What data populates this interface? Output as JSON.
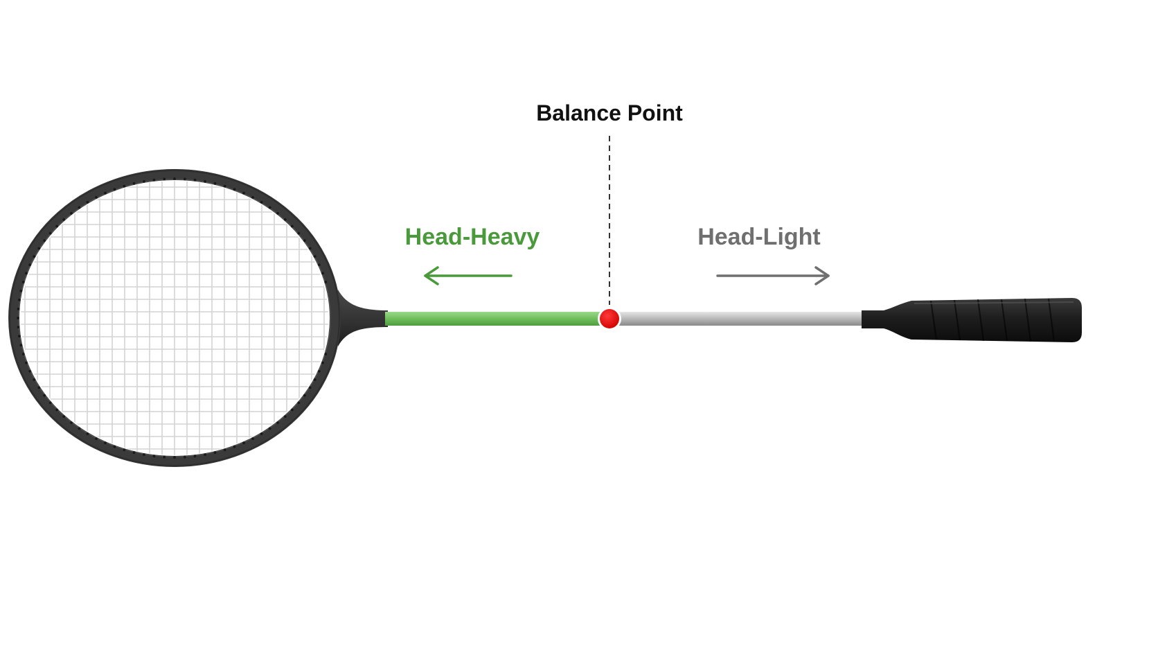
{
  "labels": {
    "balance_point": "Balance Point",
    "head_heavy": "Head-Heavy",
    "head_light": "Head-Light"
  },
  "colors": {
    "head_heavy": "#4a9a3c",
    "head_light": "#6f6f6f",
    "balance_marker": "#e60000",
    "frame": "#3a3a3a",
    "shaft_heavy": "#7cc66a",
    "shaft_light": "#b9b9b9",
    "grip": "#1c1c1c",
    "strings": "#d4d4d4",
    "title": "#111111"
  },
  "icons": {
    "left_arrow": "arrow-left-icon",
    "right_arrow": "arrow-right-icon"
  }
}
